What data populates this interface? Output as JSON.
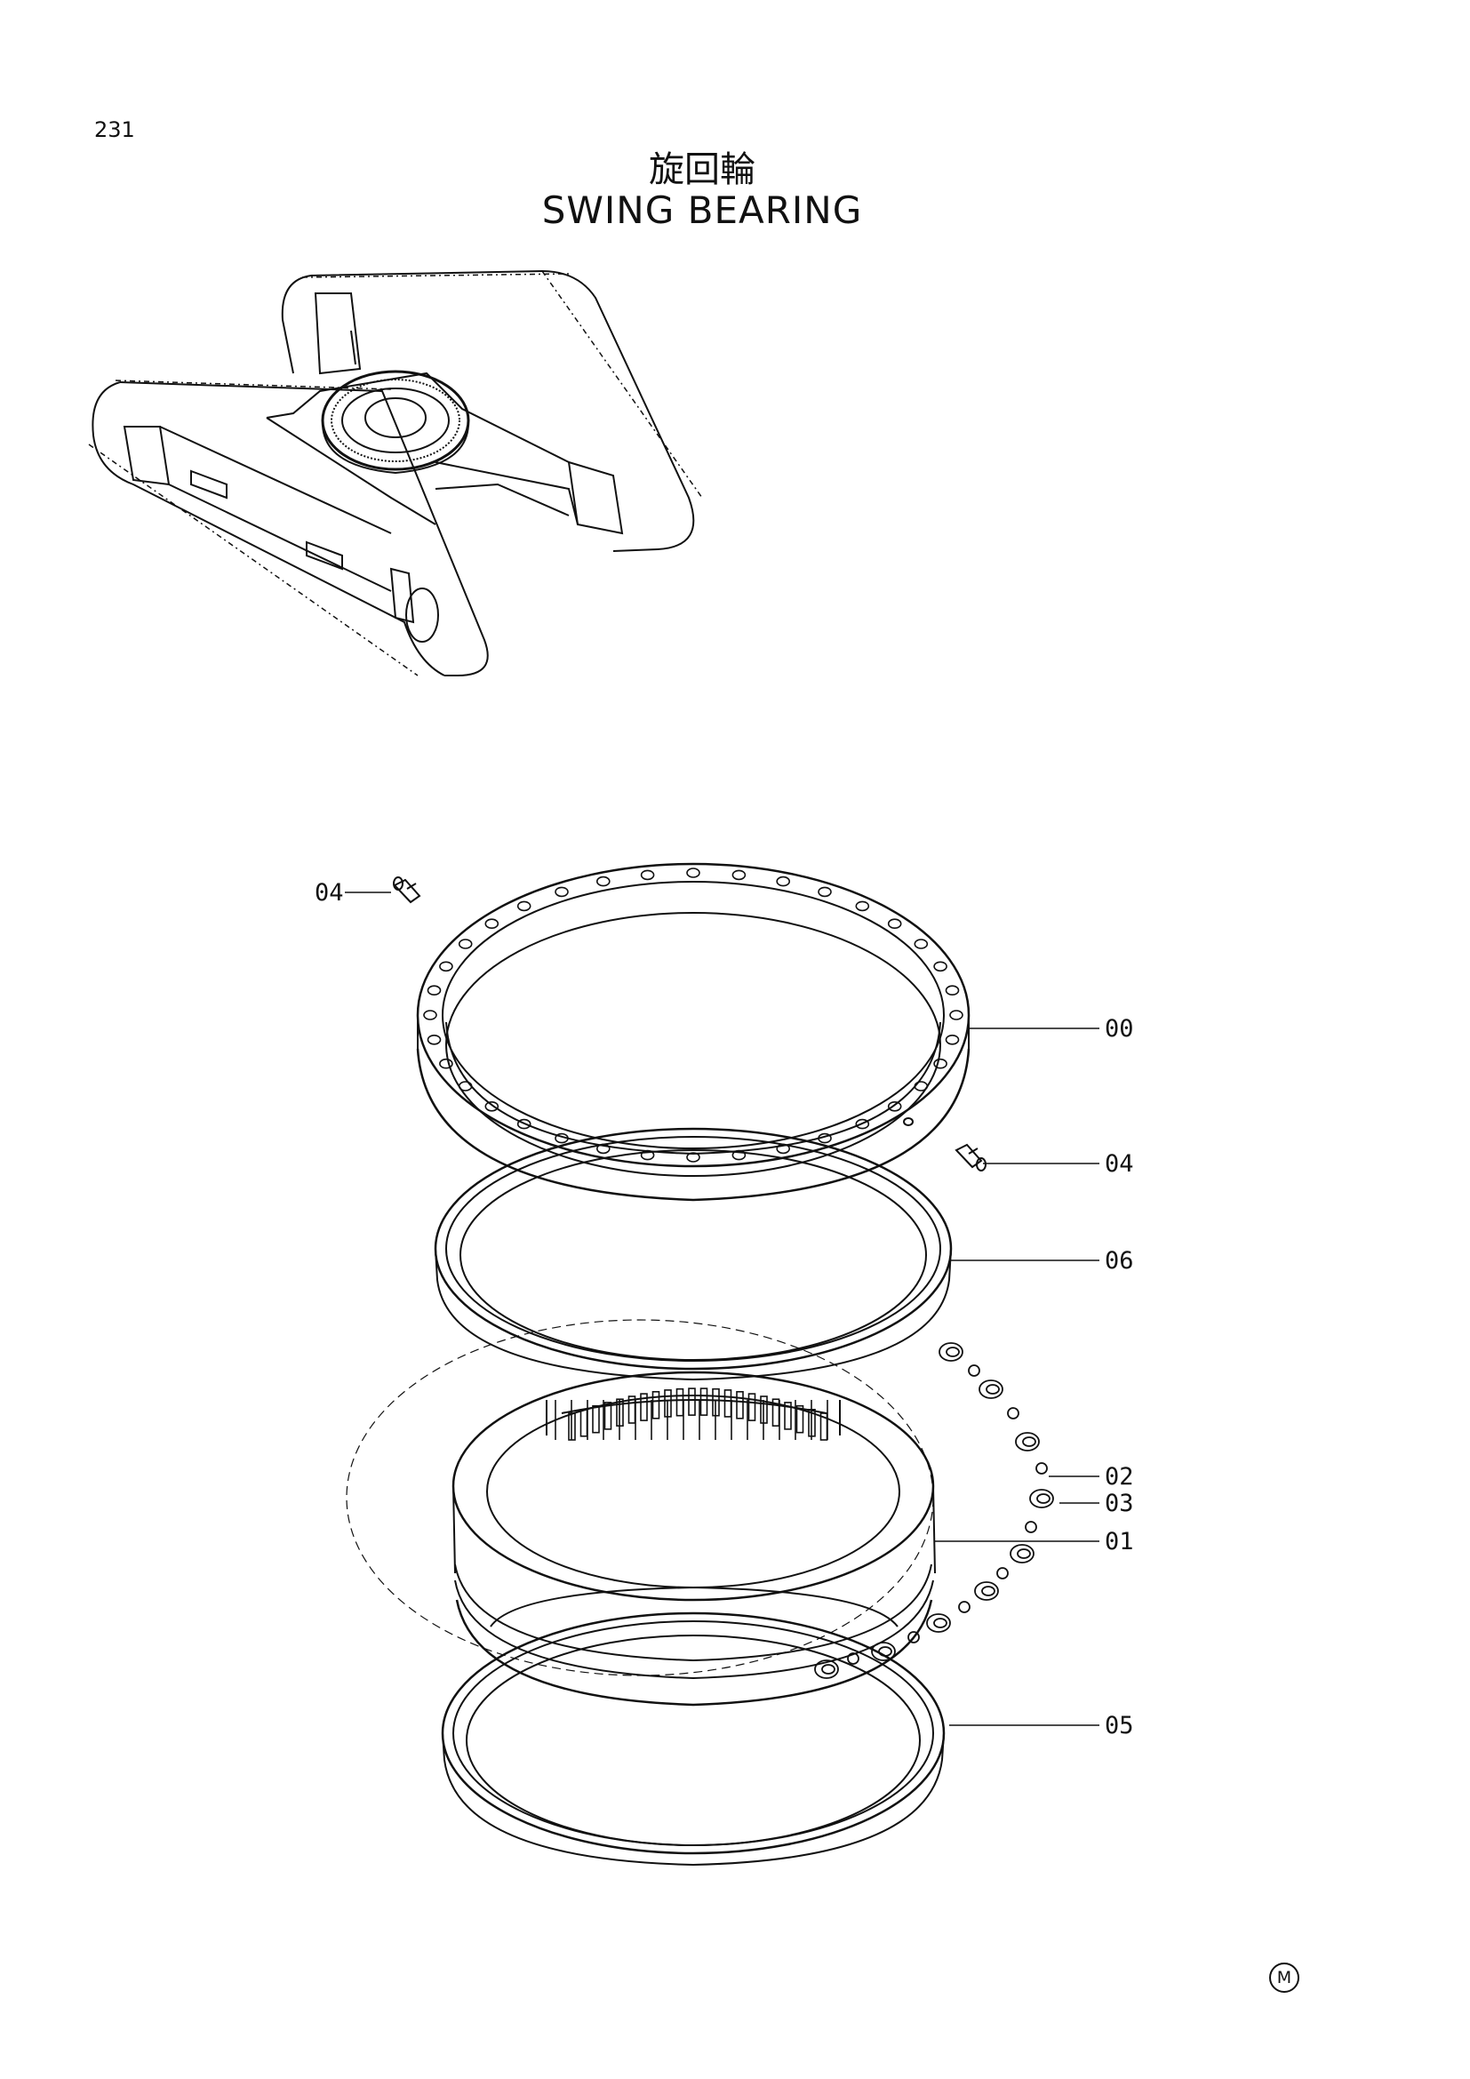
{
  "header": {
    "page_number": "231",
    "title_jp": "旋回輪",
    "title_en": "SWING BEARING"
  },
  "callouts": [
    {
      "id": "c04a",
      "label": "04"
    },
    {
      "id": "c00",
      "label": "00"
    },
    {
      "id": "c04b",
      "label": "04"
    },
    {
      "id": "c06",
      "label": "06"
    },
    {
      "id": "c02",
      "label": "02"
    },
    {
      "id": "c03",
      "label": "03"
    },
    {
      "id": "c01",
      "label": "01"
    },
    {
      "id": "c05",
      "label": "05"
    }
  ],
  "footer": {
    "mark": "M"
  }
}
